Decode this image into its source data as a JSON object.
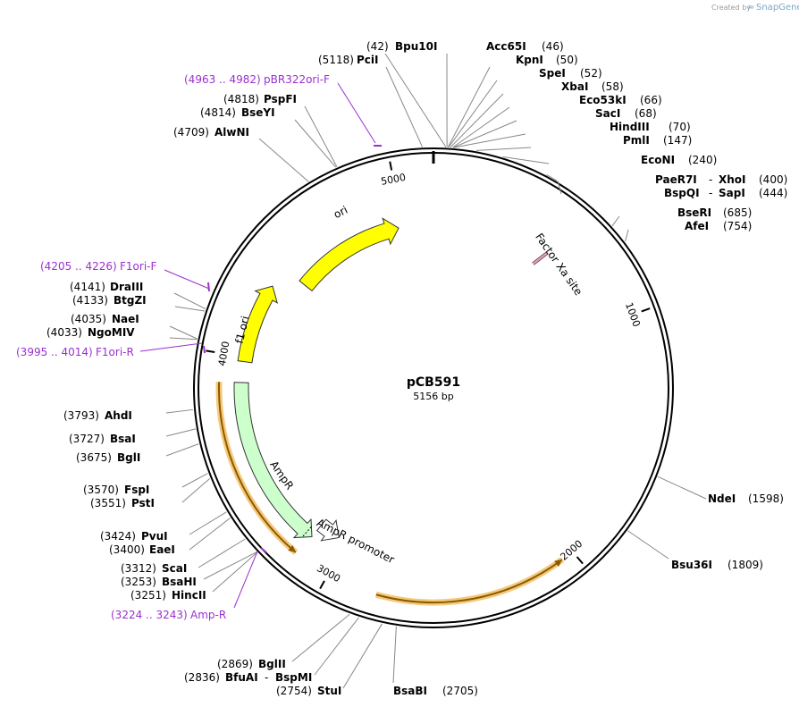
{
  "credit": {
    "prefix": "Created by",
    "brand": "SnapGene"
  },
  "plasmid": {
    "name": "pCB591",
    "size_label": "5156 bp",
    "length": 5156
  },
  "ticks": [
    {
      "pos": 1000,
      "label": "1000"
    },
    {
      "pos": 2000,
      "label": "2000"
    },
    {
      "pos": 3000,
      "label": "3000"
    },
    {
      "pos": 4000,
      "label": "4000"
    },
    {
      "pos": 5000,
      "label": "5000"
    }
  ],
  "features": [
    {
      "name": "ori",
      "start": 4420,
      "end": 4980,
      "color": "#ffff00",
      "type": "arrow-cw"
    },
    {
      "name": "f1 ori",
      "start": 3980,
      "end": 4330,
      "color": "#ffff00",
      "type": "arrow-cw"
    },
    {
      "name": "AmpR",
      "start": 3140,
      "end": 3890,
      "color": "#ccffcc",
      "type": "arrow-ccw"
    },
    {
      "name": "AmpR promoter",
      "start": 3040,
      "end": 3140,
      "color": "#ffffff",
      "type": "arrow-ccw"
    },
    {
      "name": "Factor Xa site",
      "start": 555,
      "end": 575,
      "color": "#d9a8b8",
      "type": "site"
    }
  ],
  "orf_arcs": [
    {
      "start": 3150,
      "end": 3890
    },
    {
      "start": 2050,
      "end": 2800
    }
  ],
  "sites_right": [
    {
      "name": "Bpu10I",
      "pos_label": "(42)",
      "name_first": false
    },
    {
      "name": "Acc65I",
      "pos_label": "(46)"
    },
    {
      "name": "KpnI",
      "pos_label": "(50)"
    },
    {
      "name": "SpeI",
      "pos_label": "(52)"
    },
    {
      "name": "XbaI",
      "pos_label": "(58)"
    },
    {
      "name": "Eco53kI",
      "pos_label": "(66)"
    },
    {
      "name": "SacI",
      "pos_label": "(68)"
    },
    {
      "name": "HindIII",
      "pos_label": "(70)"
    },
    {
      "name": "PmlI",
      "pos_label": "(147)"
    },
    {
      "name": "EcoNI",
      "pos_label": "(240)"
    },
    {
      "name": "PaeR7I",
      "name2": "XhoI",
      "pos_label": "(400)"
    },
    {
      "name": "BspQI",
      "name2": "SapI",
      "pos_label": "(444)"
    },
    {
      "name": "BseRI",
      "pos_label": "(685)"
    },
    {
      "name": "AfeI",
      "pos_label": "(754)"
    },
    {
      "name": "NdeI",
      "pos_label": "(1598)"
    },
    {
      "name": "Bsu36I",
      "pos_label": "(1809)"
    },
    {
      "name": "BsaBI",
      "pos_label": "(2705)"
    }
  ],
  "sites_left": [
    {
      "name": "PciI",
      "pos_label": "(5118)"
    },
    {
      "name": "PspFI",
      "pos_label": "(4818)"
    },
    {
      "name": "BseYI",
      "pos_label": "(4814)"
    },
    {
      "name": "AlwNI",
      "pos_label": "(4709)"
    },
    {
      "name": "DraIII",
      "pos_label": "(4141)"
    },
    {
      "name": "BtgZI",
      "pos_label": "(4133)"
    },
    {
      "name": "NaeI",
      "pos_label": "(4035)"
    },
    {
      "name": "NgoMIV",
      "pos_label": "(4033)"
    },
    {
      "name": "AhdI",
      "pos_label": "(3793)"
    },
    {
      "name": "BsaI",
      "pos_label": "(3727)"
    },
    {
      "name": "BglI",
      "pos_label": "(3675)"
    },
    {
      "name": "FspI",
      "pos_label": "(3570)"
    },
    {
      "name": "PstI",
      "pos_label": "(3551)"
    },
    {
      "name": "PvuI",
      "pos_label": "(3424)"
    },
    {
      "name": "EaeI",
      "pos_label": "(3400)"
    },
    {
      "name": "ScaI",
      "pos_label": "(3312)"
    },
    {
      "name": "BsaHI",
      "pos_label": "(3253)"
    },
    {
      "name": "HincII",
      "pos_label": "(3251)"
    },
    {
      "name": "BglII",
      "pos_label": "(2869)"
    },
    {
      "name": "BfuAI",
      "name2": "BspMI",
      "pos_label": "(2836)"
    },
    {
      "name": "StuI",
      "pos_label": "(2754)"
    }
  ],
  "primers": [
    {
      "name": "pBR322ori-F",
      "range": "(4963 .. 4982)"
    },
    {
      "name": "F1ori-F",
      "range": "(4205 .. 4226)"
    },
    {
      "name": "F1ori-R",
      "range": "(3995 .. 4014)"
    },
    {
      "name": "Amp-R",
      "range": "(3224 .. 3243)"
    }
  ]
}
